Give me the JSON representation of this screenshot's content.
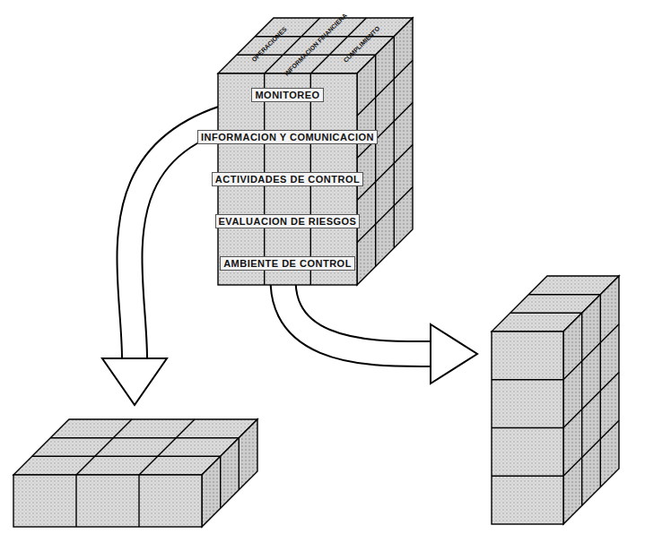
{
  "diagram": {
    "nodes": [
      {
        "text": [
          "MONITOREO"
        ]
      },
      {
        "text": [
          "INFORMACION Y COMUNICACION"
        ]
      },
      {
        "text": [
          "ACTIVIDADES DE CONTROL"
        ]
      },
      {
        "text": [
          "EVALUACION DE RIESGOS"
        ]
      },
      {
        "text": [
          "AMBIENTE DE CONTROL"
        ]
      }
    ],
    "labels": [
      "OPERACIONES",
      "INFORMACION FINANCIERA",
      "CUMPLIMIENTO"
    ]
  }
}
